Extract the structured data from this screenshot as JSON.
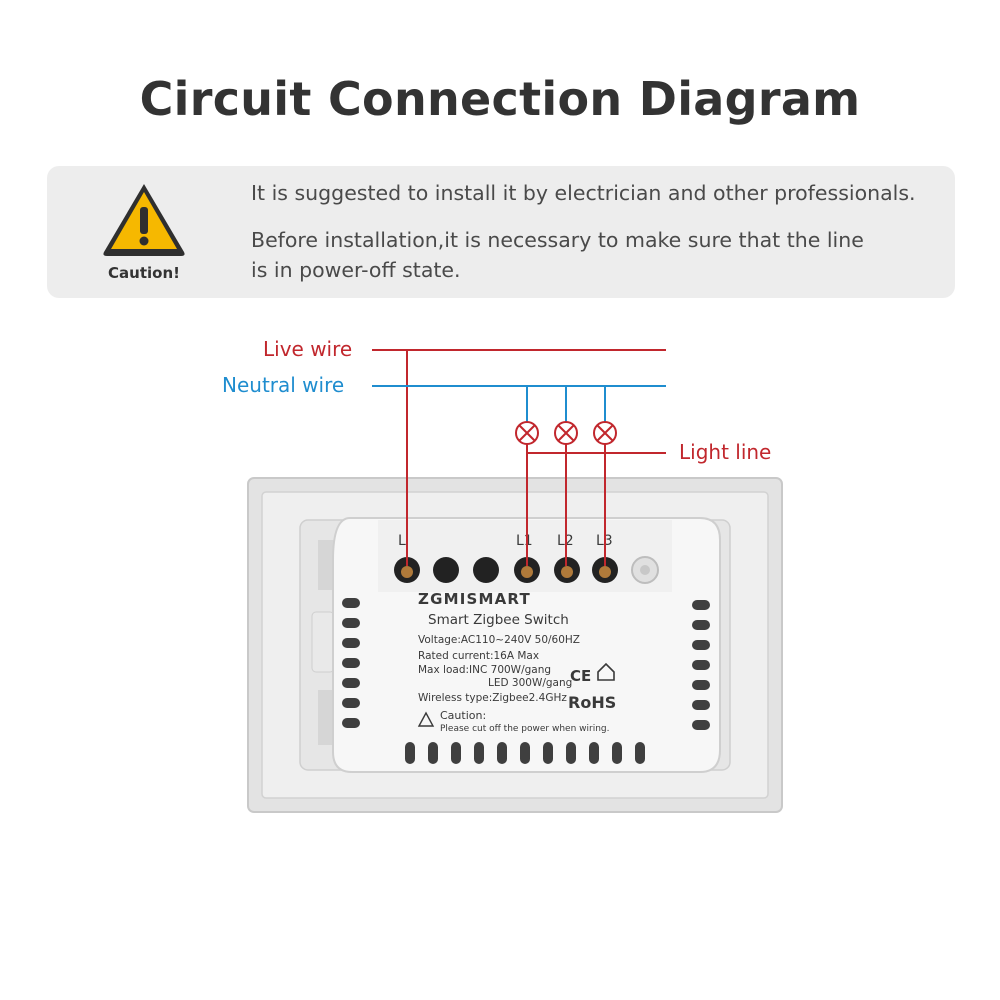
{
  "title": "Circuit Connection Diagram",
  "caution": {
    "label": "Caution!",
    "message1": "It is suggested to install it by electrician and other professionals.",
    "message2": "Before installation,it is necessary to make sure that the line is in power-off state."
  },
  "wires": {
    "live": "Live wire",
    "neutral": "Neutral wire",
    "light": "Light line",
    "live_color": "#c1272d",
    "neutral_color": "#1f8dcf"
  },
  "device": {
    "brand": "ZGMISMART",
    "name": "Smart Zigbee Switch",
    "voltage": "Voltage:AC110~240V  50/60HZ",
    "current": "Rated current:16A Max",
    "maxload1": "Max load:INC 700W/gang",
    "maxload2": "LED 300W/gang",
    "wireless": "Wireless type:Zigbee2.4GHz",
    "ce": "CE",
    "rohs": "RoHS",
    "caution_title": "Caution:",
    "caution_text": "Please cut off the power when wiring.",
    "terminals": [
      "L",
      "L1",
      "L2",
      "L3"
    ]
  }
}
